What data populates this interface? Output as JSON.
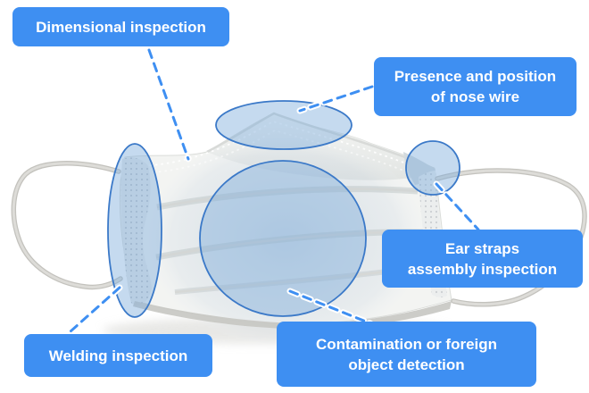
{
  "annotations": {
    "dimensional": {
      "label": "Dimensional inspection"
    },
    "nose_wire": {
      "label": "Presence and position\nof nose wire"
    },
    "ear_straps": {
      "label": "Ear straps\nassembly inspection"
    },
    "welding": {
      "label": "Welding inspection"
    },
    "contamination": {
      "label": "Contamination or foreign\nobject detection"
    }
  },
  "colors": {
    "label_bg": "#3E8FF2",
    "label_text": "#FFFFFF",
    "leader_line": "#3E8FF2",
    "highlight_fill": "rgba(127,172,220,0.45)",
    "highlight_stroke": "#3B79C8",
    "background": "#FFFFFF"
  }
}
